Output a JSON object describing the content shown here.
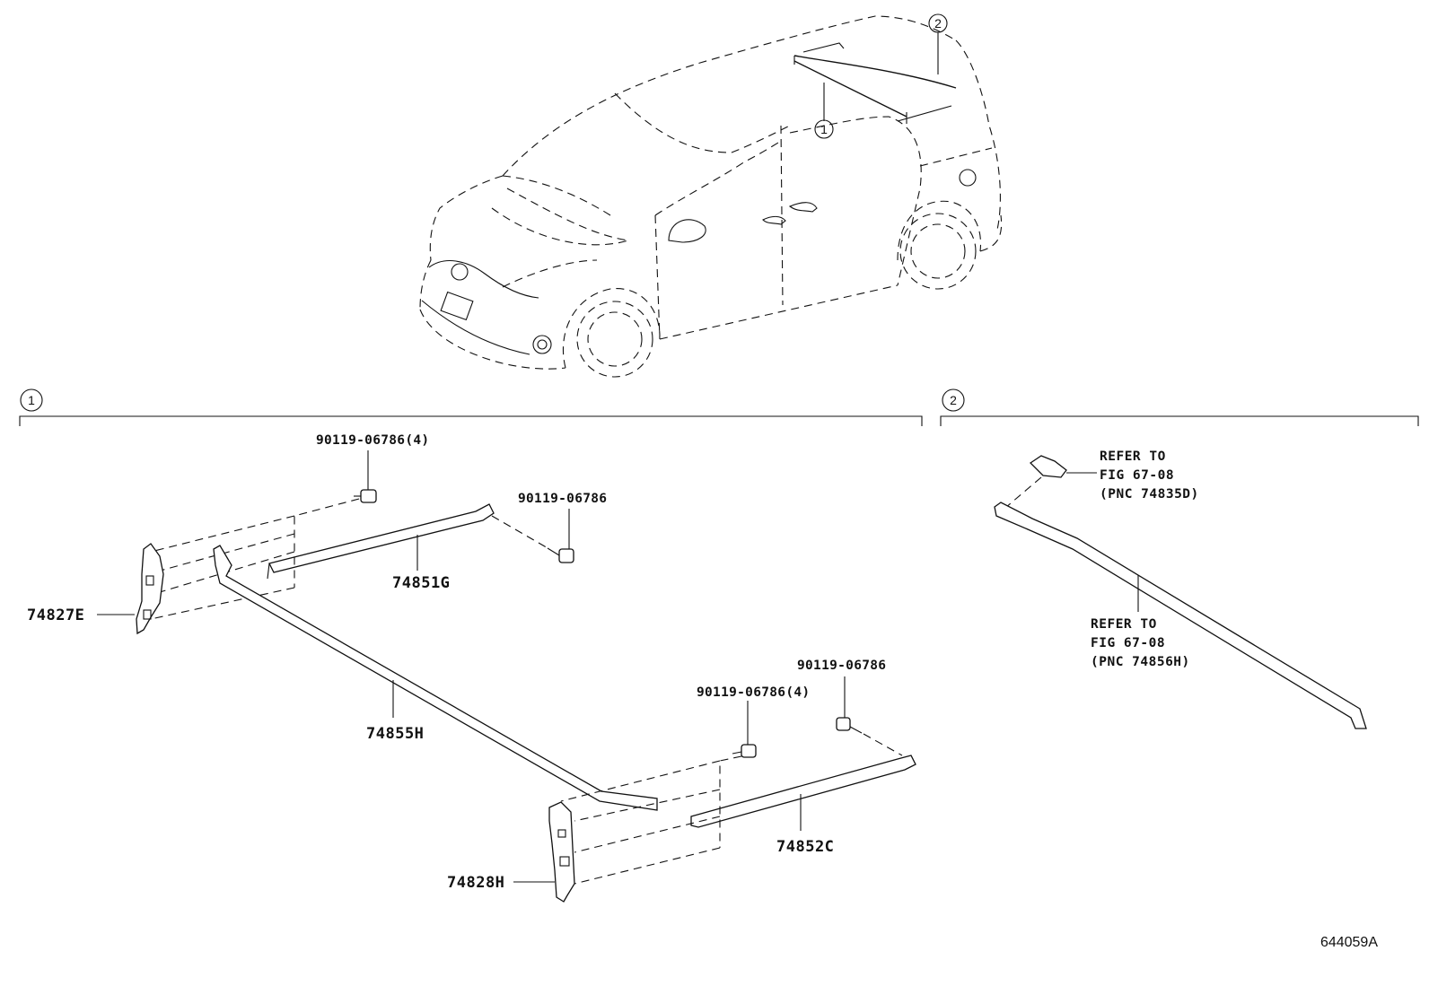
{
  "figure_id": "644059A",
  "callouts": {
    "one": "1",
    "two": "2"
  },
  "section_one": {
    "parts": {
      "p_90119_top4": "90119-06786(4)",
      "p_90119_top": "90119-06786",
      "p_74851G": "74851G",
      "p_74827E": "74827E",
      "p_74855H": "74855H",
      "p_90119_mid": "90119-06786",
      "p_90119_mid4": "90119-06786(4)",
      "p_74852C": "74852C",
      "p_74828H": "74828H"
    }
  },
  "section_two": {
    "refer_a": [
      "REFER TO",
      "FIG 67-08",
      "(PNC 74835D)"
    ],
    "refer_b": [
      "REFER TO",
      "FIG 67-08",
      "(PNC 74856H)"
    ]
  }
}
